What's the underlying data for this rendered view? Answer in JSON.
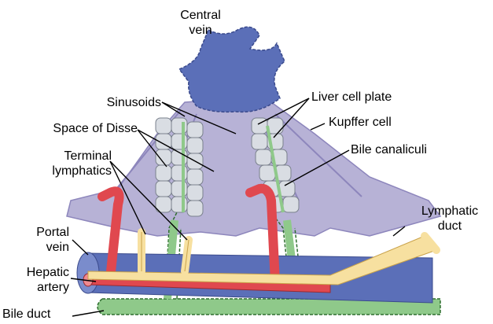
{
  "labels": {
    "central_vein": [
      "Central",
      "vein"
    ],
    "sinusoids": "Sinusoids",
    "space_of_disse": "Space of Disse",
    "terminal_lymphatics": [
      "Terminal",
      "lymphatics"
    ],
    "portal_vein": [
      "Portal",
      "vein"
    ],
    "hepatic_artery": [
      "Hepatic",
      "artery"
    ],
    "bile_duct": "Bile duct",
    "liver_cell_plate": "Liver cell plate",
    "kupffer_cell": "Kupffer cell",
    "bile_canaliculi": "Bile canaliculi",
    "lymphatic_duct": [
      "Lymphatic",
      "duct"
    ]
  },
  "colors": {
    "vein_blue": "#5b6fb8",
    "sinusoid_lavender": "#b7b2d6",
    "artery_red": "#e0484f",
    "lymph_yellow": "#f7e0a0",
    "bile_green": "#8fc98a",
    "hepatocyte_gray": "#d9dde3"
  }
}
